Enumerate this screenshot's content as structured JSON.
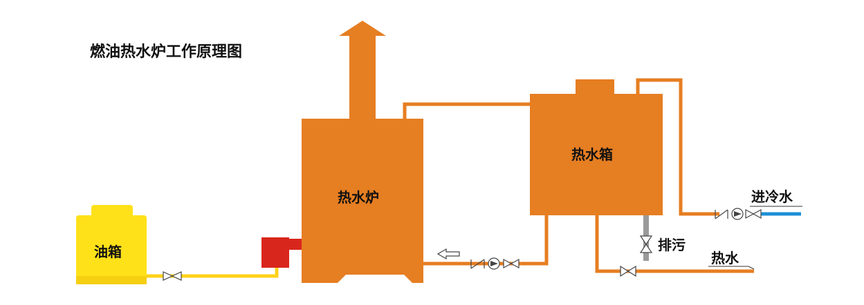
{
  "title": "燃油热水炉工作原理图",
  "labels": {
    "oil_tank": "油箱",
    "boiler": "热水炉",
    "hot_water_tank": "热水箱",
    "cold_water_in": "进冷水",
    "drain": "排污",
    "hot_water_out": "热水"
  },
  "colors": {
    "equipment": "#E67E22",
    "oil_tank": "#FFE11A",
    "oil_pipe": "#FFD21A",
    "burner": "#D9261C",
    "cold_water_pipe": "#1E8FD6",
    "drain_pipe": "#9A9A9A"
  }
}
